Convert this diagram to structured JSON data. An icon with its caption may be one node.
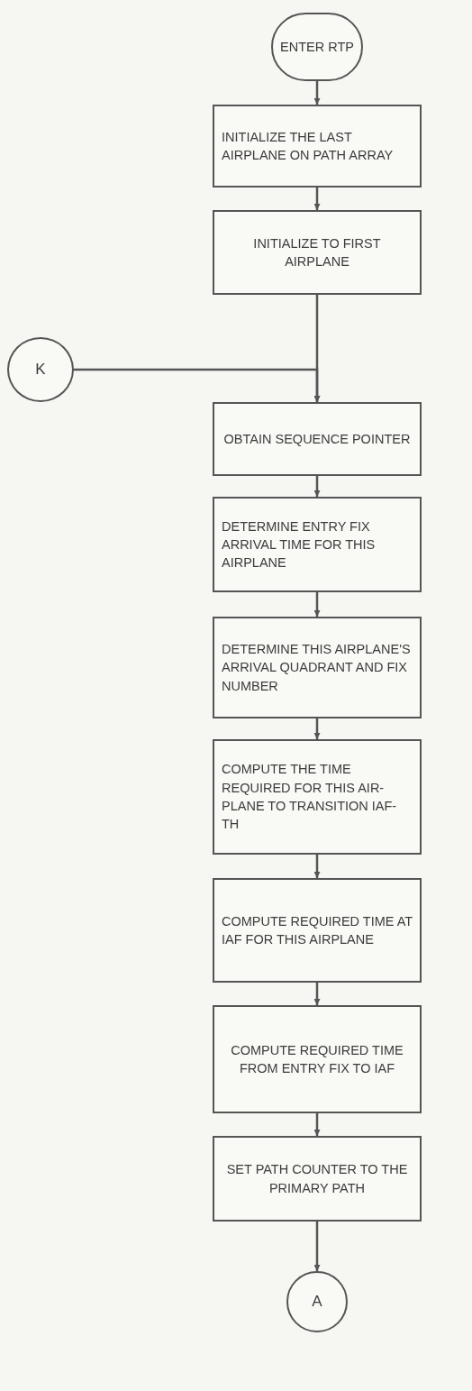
{
  "diagram": {
    "nodes": [
      {
        "text": [
          "ENTER RTP"
        ]
      },
      {
        "text": [
          "INITIALIZE THE LAST AIRPLANE ON PATH ARRAY"
        ]
      },
      {
        "text": [
          "INITIALIZE TO FIRST AIRPLANE"
        ]
      },
      {
        "text": [
          "K"
        ]
      },
      {
        "text": [
          "OBTAIN SEQUENCE POINTER"
        ]
      },
      {
        "text": [
          "DETERMINE ENTRY FIX ARRIVAL TIME FOR THIS AIRPLANE"
        ]
      },
      {
        "text": [
          "DETERMINE THIS AIRPLANE'S ARRIVAL QUADRANT AND FIX NUMBER"
        ]
      },
      {
        "text": [
          "COMPUTE THE TIME REQUIRED FOR THIS AIR- PLANE TO TRANSITION IAF-TH"
        ]
      },
      {
        "text": [
          "COMPUTE REQUIRED TIME AT IAF FOR THIS AIRPLANE"
        ]
      },
      {
        "text": [
          "COMPUTE REQUIRED TIME FROM ENTRY FIX TO IAF"
        ]
      },
      {
        "text": [
          "SET PATH COUNTER TO THE PRIMARY PATH"
        ]
      },
      {
        "text": [
          "A"
        ]
      }
    ],
    "edges": [
      {
        "from": 0,
        "to": 1,
        "arrow": "to"
      },
      {
        "from": 1,
        "to": 2,
        "arrow": "to"
      },
      {
        "from": 2,
        "to": 4,
        "arrow": "to"
      },
      {
        "from": 3,
        "to": 4,
        "arrow": "to"
      },
      {
        "from": 4,
        "to": 5,
        "arrow": "to"
      },
      {
        "from": 5,
        "to": 6,
        "arrow": "to"
      },
      {
        "from": 6,
        "to": 7,
        "arrow": "to"
      },
      {
        "from": 7,
        "to": 8,
        "arrow": "to"
      },
      {
        "from": 8,
        "to": 9,
        "arrow": "to"
      },
      {
        "from": 9,
        "to": 10,
        "arrow": "to"
      },
      {
        "from": 10,
        "to": 11,
        "arrow": "to"
      }
    ]
  }
}
